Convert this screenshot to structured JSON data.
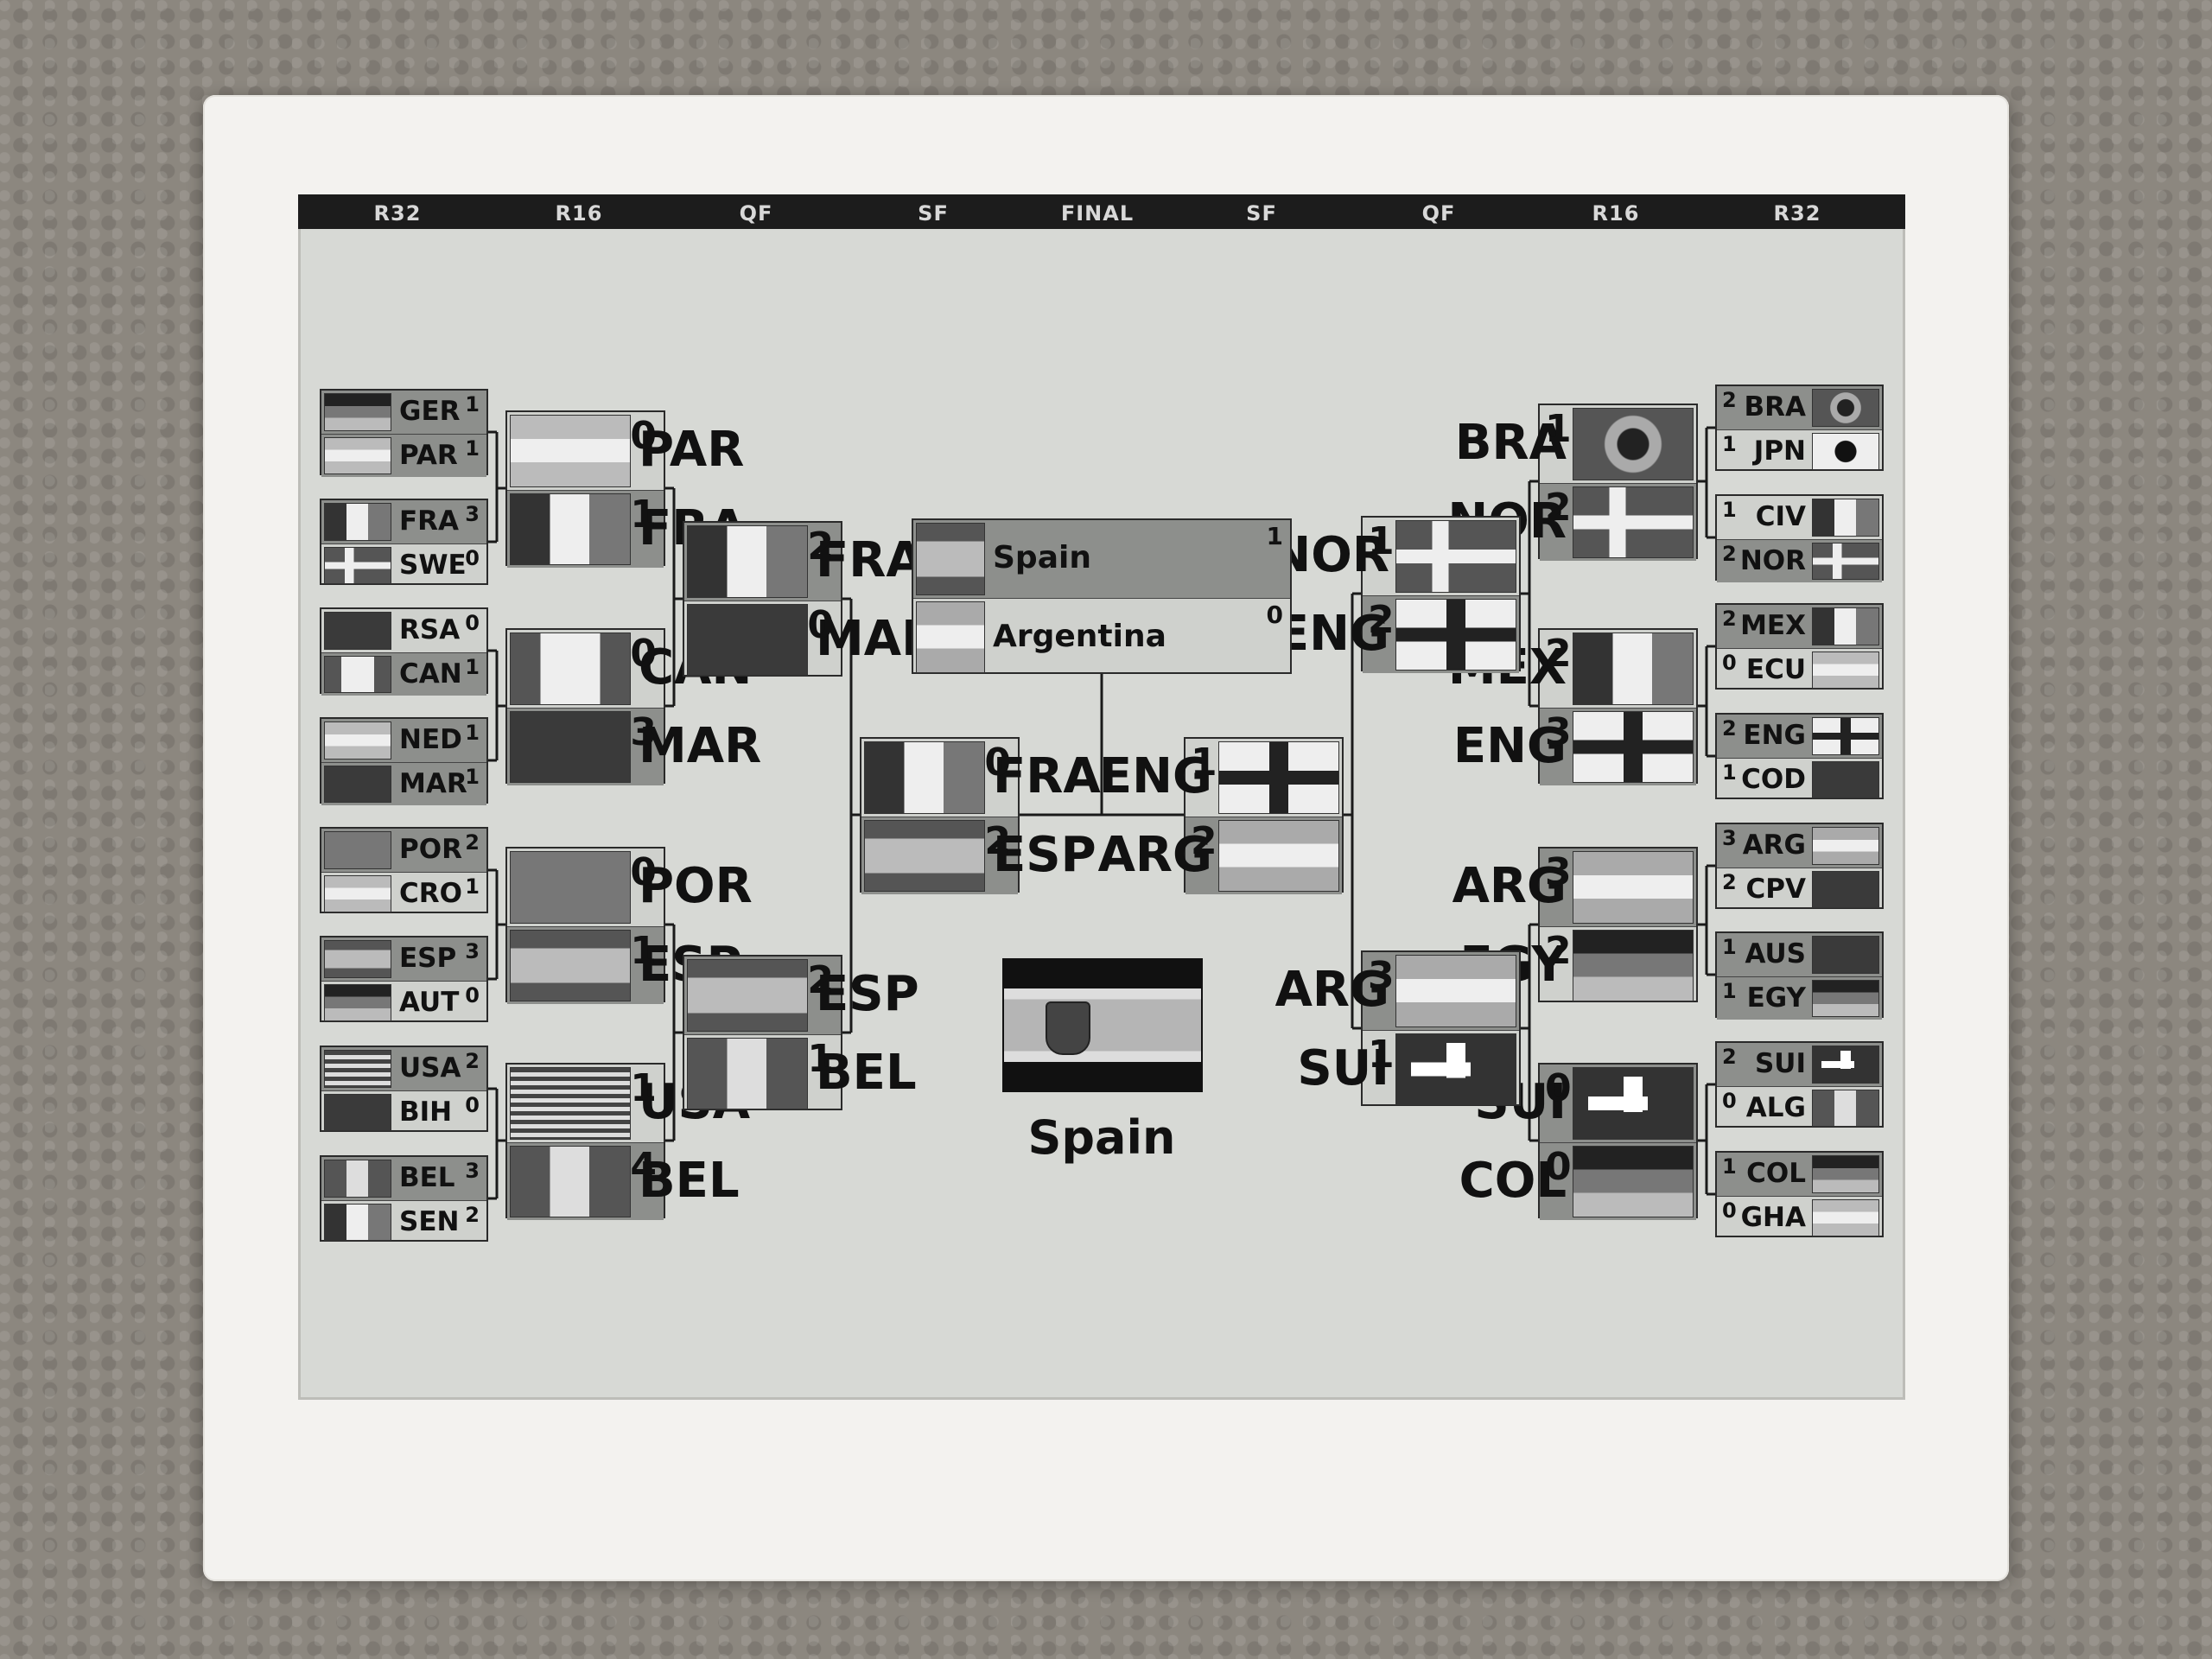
{
  "rounds": [
    "R32",
    "R16",
    "QF",
    "SF",
    "FINAL",
    "SF",
    "QF",
    "R16",
    "R32"
  ],
  "left": {
    "r32": [
      [
        {
          "code": "GER",
          "score": "1",
          "flag": "f-h3"
        },
        {
          "code": "PAR",
          "score": "1",
          "flag": "f-h3b"
        }
      ],
      [
        {
          "code": "FRA",
          "score": "3",
          "flag": "f-v3"
        },
        {
          "code": "SWE",
          "score": "0",
          "flag": "f-cross"
        }
      ],
      [
        {
          "code": "RSA",
          "score": "0",
          "flag": "f-dark"
        },
        {
          "code": "CAN",
          "score": "1",
          "flag": "f-maple"
        }
      ],
      [
        {
          "code": "NED",
          "score": "1",
          "flag": "f-h3b"
        },
        {
          "code": "MAR",
          "score": "1",
          "flag": "f-dark"
        }
      ],
      [
        {
          "code": "POR",
          "score": "2",
          "flag": "f-red"
        },
        {
          "code": "CRO",
          "score": "1",
          "flag": "f-h3b"
        }
      ],
      [
        {
          "code": "ESP",
          "score": "3",
          "flag": "f-spain"
        },
        {
          "code": "AUT",
          "score": "0",
          "flag": "f-h3"
        }
      ],
      [
        {
          "code": "USA",
          "score": "2",
          "flag": "f-usa"
        },
        {
          "code": "BIH",
          "score": "0",
          "flag": "f-dark"
        }
      ],
      [
        {
          "code": "BEL",
          "score": "3",
          "flag": "f-v3b"
        },
        {
          "code": "SEN",
          "score": "2",
          "flag": "f-v3"
        }
      ]
    ],
    "r16": [
      [
        {
          "code": "PAR",
          "score": "0",
          "flag": "f-h3b"
        },
        {
          "code": "FRA",
          "score": "1",
          "flag": "f-v3"
        }
      ],
      [
        {
          "code": "CAN",
          "score": "0",
          "flag": "f-maple"
        },
        {
          "code": "MAR",
          "score": "3",
          "flag": "f-dark"
        }
      ],
      [
        {
          "code": "POR",
          "score": "0",
          "flag": "f-red"
        },
        {
          "code": "ESP",
          "score": "1",
          "flag": "f-spain"
        }
      ],
      [
        {
          "code": "USA",
          "score": "1",
          "flag": "f-usa"
        },
        {
          "code": "BEL",
          "score": "4",
          "flag": "f-v3b"
        }
      ]
    ],
    "qf": [
      [
        {
          "code": "FRA",
          "score": "2",
          "flag": "f-v3"
        },
        {
          "code": "MAR",
          "score": "0",
          "flag": "f-dark"
        }
      ],
      [
        {
          "code": "ESP",
          "score": "2",
          "flag": "f-spain"
        },
        {
          "code": "BEL",
          "score": "1",
          "flag": "f-v3b"
        }
      ]
    ],
    "sf": [
      {
        "code": "FRA",
        "score": "0",
        "flag": "f-v3"
      },
      {
        "code": "ESP",
        "score": "2",
        "flag": "f-spain"
      }
    ]
  },
  "right": {
    "r32": [
      [
        {
          "code": "BRA",
          "score": "2",
          "flag": "f-bra"
        },
        {
          "code": "JPN",
          "score": "1",
          "flag": "f-circle"
        }
      ],
      [
        {
          "code": "CIV",
          "score": "1",
          "flag": "f-v3"
        },
        {
          "code": "NOR",
          "score": "2",
          "flag": "f-cross"
        }
      ],
      [
        {
          "code": "MEX",
          "score": "2",
          "flag": "f-v3"
        },
        {
          "code": "ECU",
          "score": "0",
          "flag": "f-h3b"
        }
      ],
      [
        {
          "code": "ENG",
          "score": "2",
          "flag": "f-eng"
        },
        {
          "code": "COD",
          "score": "1",
          "flag": "f-dark"
        }
      ],
      [
        {
          "code": "ARG",
          "score": "3",
          "flag": "f-arg"
        },
        {
          "code": "CPV",
          "score": "2",
          "flag": "f-dark"
        }
      ],
      [
        {
          "code": "AUS",
          "score": "1",
          "flag": "f-dark"
        },
        {
          "code": "EGY",
          "score": "1",
          "flag": "f-h3"
        }
      ],
      [
        {
          "code": "SUI",
          "score": "2",
          "flag": "f-sui"
        },
        {
          "code": "ALG",
          "score": "0",
          "flag": "f-v3b"
        }
      ],
      [
        {
          "code": "COL",
          "score": "1",
          "flag": "f-h3"
        },
        {
          "code": "GHA",
          "score": "0",
          "flag": "f-h3b"
        }
      ]
    ],
    "r16": [
      [
        {
          "code": "BRA",
          "score": "1",
          "flag": "f-bra"
        },
        {
          "code": "NOR",
          "score": "2",
          "flag": "f-cross"
        }
      ],
      [
        {
          "code": "MEX",
          "score": "2",
          "flag": "f-v3"
        },
        {
          "code": "ENG",
          "score": "3",
          "flag": "f-eng"
        }
      ],
      [
        {
          "code": "ARG",
          "score": "3",
          "flag": "f-arg"
        },
        {
          "code": "EGY",
          "score": "2",
          "flag": "f-h3"
        }
      ],
      [
        {
          "code": "SUI",
          "score": "0",
          "flag": "f-sui"
        },
        {
          "code": "COL",
          "score": "0",
          "flag": "f-h3"
        }
      ]
    ],
    "qf": [
      [
        {
          "code": "NOR",
          "score": "1",
          "flag": "f-cross"
        },
        {
          "code": "ENG",
          "score": "2",
          "flag": "f-eng"
        }
      ],
      [
        {
          "code": "ARG",
          "score": "3",
          "flag": "f-arg"
        },
        {
          "code": "SUI",
          "score": "1",
          "flag": "f-sui"
        }
      ]
    ],
    "sf": [
      {
        "code": "ENG",
        "score": "1",
        "flag": "f-eng"
      },
      {
        "code": "ARG",
        "score": "2",
        "flag": "f-arg"
      }
    ]
  },
  "final": [
    {
      "code": "Spain",
      "score": "1",
      "flag": "f-spain"
    },
    {
      "code": "Argentina",
      "score": "0",
      "flag": "f-arg"
    }
  ],
  "champion": {
    "name": "Spain",
    "flag_icon": "spain-flag-icon"
  },
  "colors": {
    "screen": "#d7d9d5",
    "bar": "#1c1c1c",
    "winner_row": "#8d8f8c"
  }
}
